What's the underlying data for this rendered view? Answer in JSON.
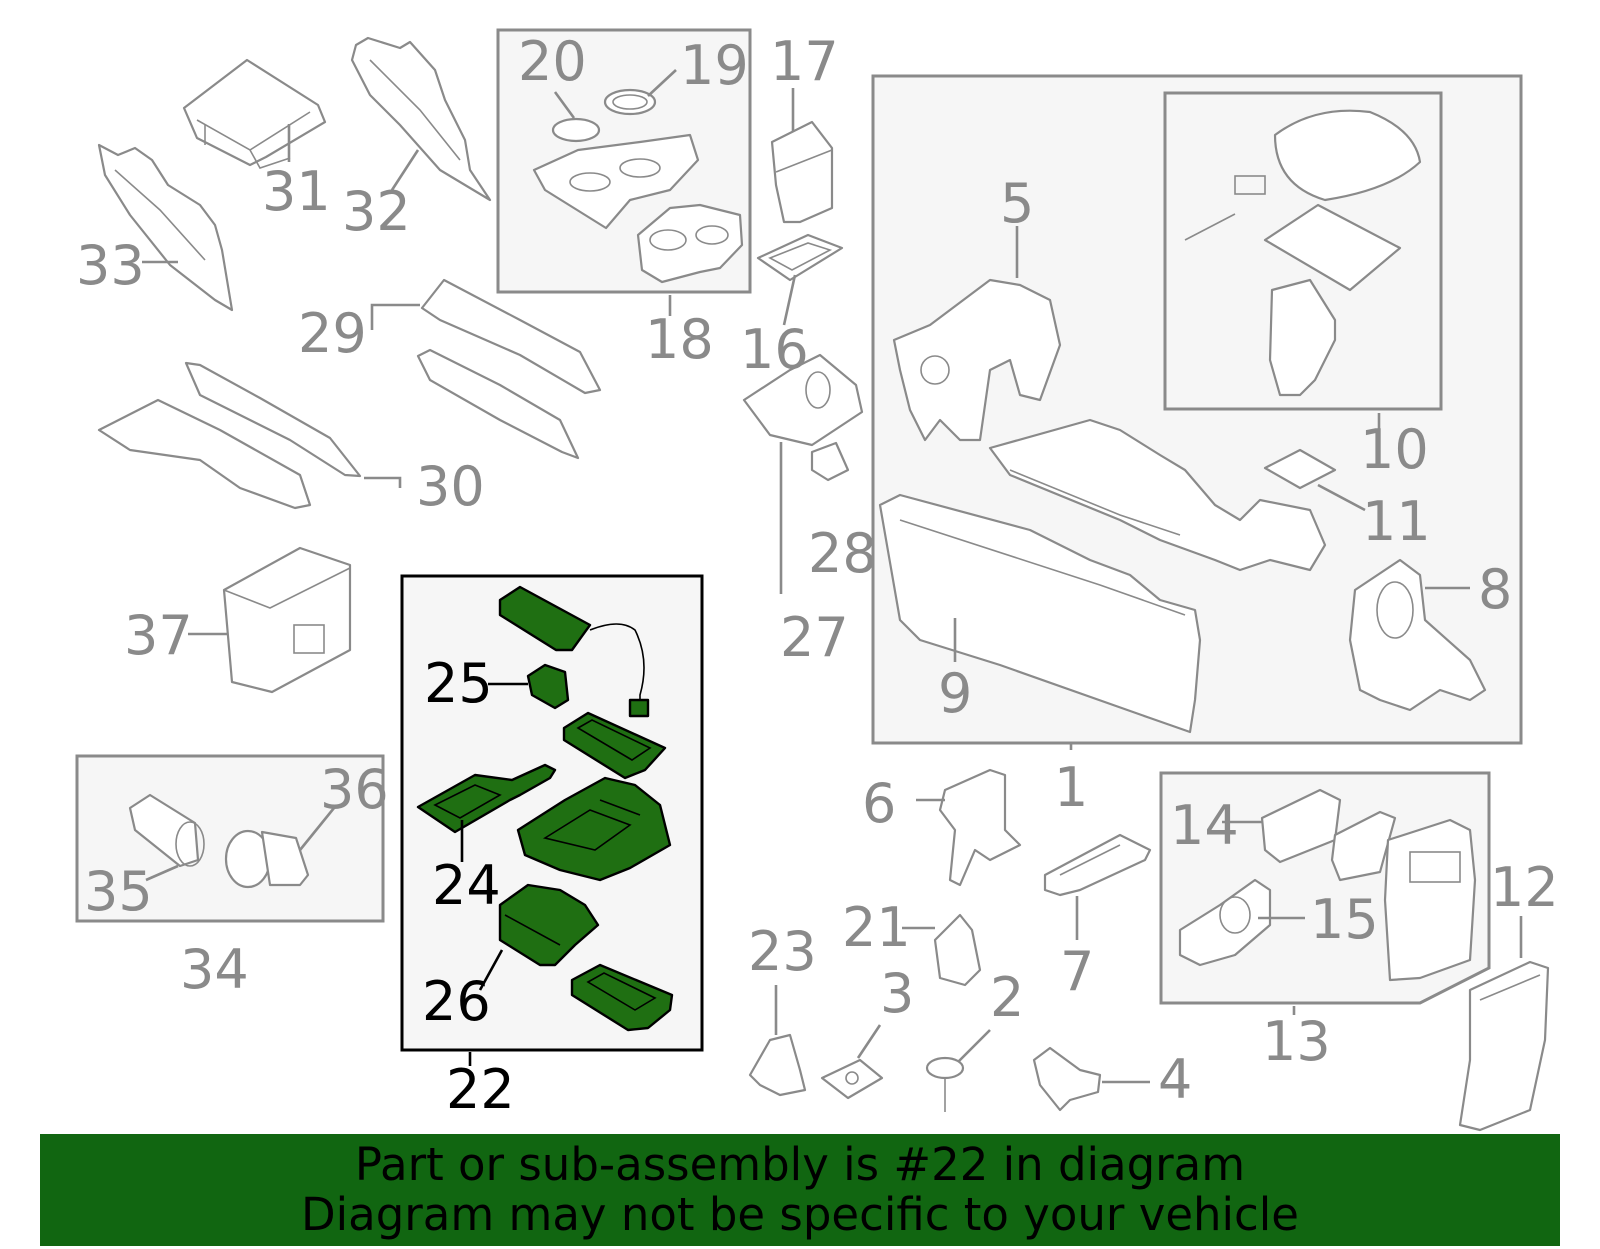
{
  "callouts": {
    "n1": "1",
    "n2": "2",
    "n3": "3",
    "n4": "4",
    "n5": "5",
    "n6": "6",
    "n7": "7",
    "n8": "8",
    "n9": "9",
    "n10": "10",
    "n11": "11",
    "n12": "12",
    "n13": "13",
    "n14": "14",
    "n15": "15",
    "n16": "16",
    "n17": "17",
    "n18": "18",
    "n19": "19",
    "n20": "20",
    "n21": "21",
    "n22": "22",
    "n23": "23",
    "n24": "24",
    "n25": "25",
    "n26": "26",
    "n27": "27",
    "n28": "28",
    "n29": "29",
    "n30": "30",
    "n31": "31",
    "n32": "32",
    "n33": "33",
    "n34": "34",
    "n35": "35",
    "n36": "36",
    "n37": "37"
  },
  "highlighted_part": "22",
  "colors": {
    "highlight_fill": "#1f6f12",
    "banner_bg": "#116611",
    "line_gray": "#8a8a8a"
  },
  "banner": {
    "line1": "Part or sub-assembly is #22 in diagram",
    "line2": "Diagram may not be specific to your vehicle"
  }
}
